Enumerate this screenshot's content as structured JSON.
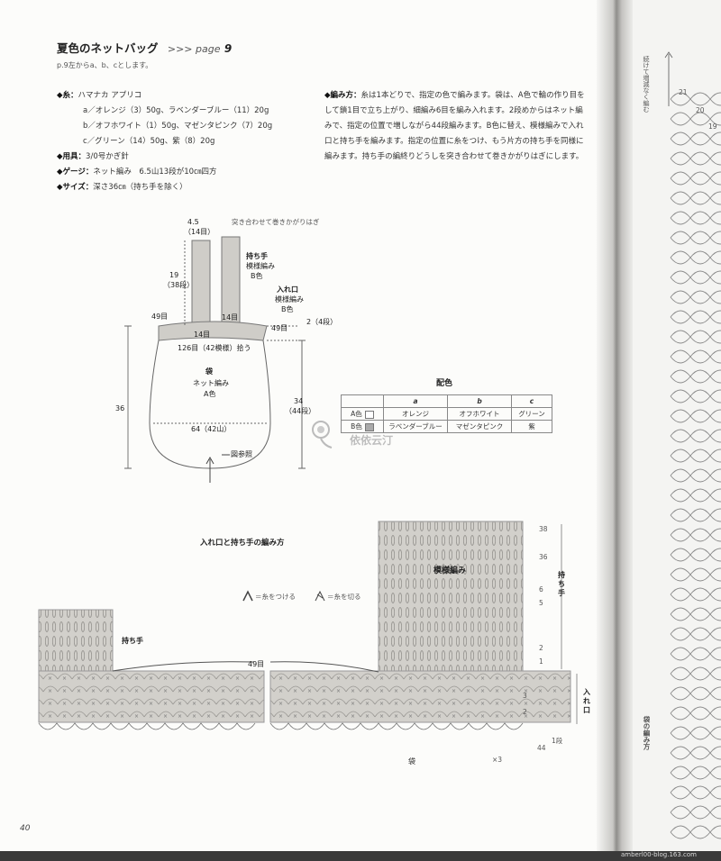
{
  "title": "夏色のネットバッグ",
  "page_ref_prefix": ">>> page",
  "page_ref_num": "9",
  "subtitle": "p.9左からa、b、cとします。",
  "materials": {
    "yarn_label": "◆糸：",
    "yarn_value": "ハマナカ アプリコ",
    "yarn_a": "a／オレンジ（3）50g、ラベンダーブルー（11）20g",
    "yarn_b": "b／オフホワイト（1）50g、マゼンタピンク（7）20g",
    "yarn_c": "c／グリーン（14）50g、紫（8）20g",
    "tool_label": "◆用具：",
    "tool_value": "3/0号かぎ針",
    "gauge_label": "◆ゲージ：",
    "gauge_value": "ネット編み　6.5山13段が10㎝四方",
    "size_label": "◆サイズ：",
    "size_value": "深さ36㎝（持ち手を除く）"
  },
  "method": {
    "label": "◆編み方：",
    "text": "糸は1本どりで、指定の色で編みます。袋は、A色で輪の作り目をして鎖1目で立ち上がり、細編み6目を編み入れます。2段めからはネット編みで、指定の位置で増しながら44段編みます。B色に替え、模様編みで入れ口と持ち手を編みます。指定の位置に糸をつけ、もう片方の持ち手を同様に編みます。持ち手の編終りどうしを突き合わせて巻きかがりはぎにします。"
  },
  "diagram": {
    "top_w": "4.5",
    "top_w2": "（14目）",
    "join_note": "突き合わせて巻きかがりはぎ",
    "handle_title": "持ち手",
    "handle_pattern": "模様編み",
    "handle_color": "B色",
    "handle_h": "19",
    "handle_h2": "（38段）",
    "opening_title": "入れ口",
    "opening_pattern": "模様編み",
    "opening_color": "B色",
    "opening_h": "2（4段）",
    "st49_left": "49目",
    "st49_right": "49目",
    "st14_top": "14目",
    "st14_bot": "14目",
    "pickup": "126目（42模様）拾う",
    "bag_title": "袋",
    "bag_pattern": "ネット編み",
    "bag_color": "A色",
    "bag_w": "64（42山）",
    "h36": "36",
    "h34": "34",
    "h34b": "（44段）",
    "see_figure": "図参照"
  },
  "color_table": {
    "title": "配色",
    "headers": [
      "",
      "a",
      "b",
      "c"
    ],
    "rows": [
      [
        "A色",
        "オレンジ",
        "オフホワイト",
        "グリーン"
      ],
      [
        "B色",
        "ラベンダーブルー",
        "マゼンタピンク",
        "紫"
      ]
    ]
  },
  "chart": {
    "title": "入れ口と持ち手の編み方",
    "legend_attach": "＝糸をつける",
    "legend_cut": "＝糸を切る",
    "handle_left": "持ち手",
    "st49": "49目",
    "pattern": "模様編み",
    "handle_right": "持ち手",
    "opening": "入れ口",
    "bag": "袋",
    "row_numbers": [
      "38",
      "36",
      "6",
      "5",
      "2",
      "1"
    ],
    "row_low": [
      "3",
      "2",
      "44",
      "1段"
    ],
    "x3": "×3"
  },
  "right_page": {
    "note": "続けて増減なく編む",
    "caption": "袋の編み方",
    "rows": [
      "21",
      "20",
      "19"
    ]
  },
  "page_number": "40",
  "watermark": "amberl00-blog.163.com",
  "logo_text": "依依云汀",
  "colors": {
    "chart_fill": "#d2d0cb",
    "line": "#555555"
  }
}
